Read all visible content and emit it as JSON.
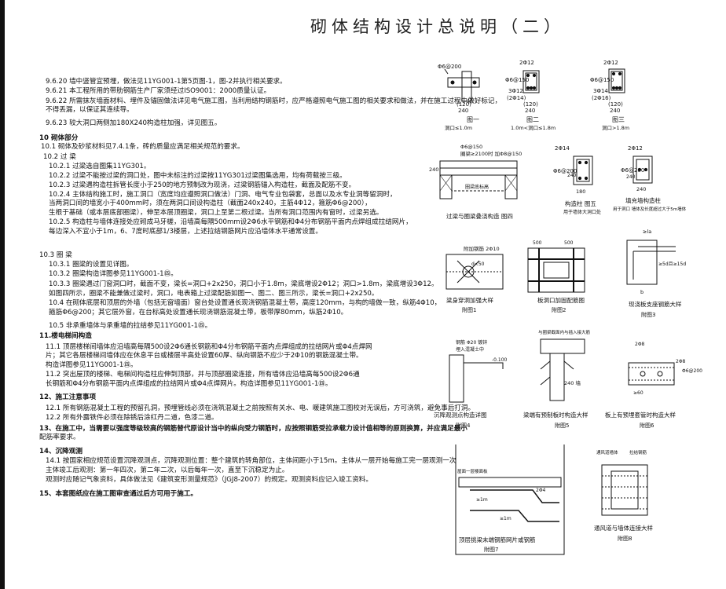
{
  "title": "砌体结构设计总说明（二）",
  "notes": [
    {
      "text": "9.6.20  墙中竖管宜预埋，做法见11YG001-1第5页图-1，图-2并执行相关要求。"
    },
    {
      "text": "9.6.21  本工程所用的带肋钢筋生产厂家须经过ISO9001：2000质量认证。"
    },
    {
      "text": "9.6.22  所需抹灰墙面材料、埋件及锚固做法详见电气施工图，当利用结构钢筋时，应严格遵照电气施工图的相关要求和做法，并在施工过程中做好标记，"
    },
    {
      "text": "           不得丢漏，以保证其连续导。"
    },
    {
      "text": "9.6.23  较大洞口两侧加180X240构造柱加强，详见图五。"
    },
    {
      "text": "10  砌体部分"
    },
    {
      "text": "10.1 砌体及砂浆材料见7.4.1条，砖的质量应满足相关规范的要求。"
    },
    {
      "text": "10.2 过  梁"
    },
    {
      "text": "10.2.1  过梁选自图集11YG301。"
    },
    {
      "text": "10.2.2  过梁不能按过梁的洞口处，图中未标注的过梁按11YG301过梁图集选用，均有荷载按三级。"
    },
    {
      "text": "10.2.3  过梁遇构造柱拆管长度小于250的地方预制改为现浇，过梁钢筋锚入构造柱，截面及配筋不变。"
    },
    {
      "text": "10.2.4  主体结构施工时，施工洞口（宽度均应遵照洞口做法）门洞、电气专业包袋套，总面以及水专业洞等留洞时，"
    },
    {
      "text": "           当两洞口间的墙宽小于400mm时，须在两洞口间设构造柱（截面240x240，主筋4Φ12，箍筋Φ6@200），"
    },
    {
      "text": "           生根于基础（或本层底部圈梁），伸至本层顶圈梁，洞口上至第二根过梁。当所有洞口范围内有窗时，过梁另选。"
    },
    {
      "text": "10.2.5  构造柱与墙体连接处应砌成马牙槎，沿墙高每隔500mm设2Φ6水平钢筋和Φ4分布钢筋平面内点焊组成拉结网片，"
    },
    {
      "text": "           每边深入不宜小于1m，6、7度时底部1/3楼层，上述拉结钢筋网片应沿墙体水平通常设置。"
    },
    {
      "text": "10.3 圈  梁"
    },
    {
      "text": "10.3.1  圈梁的设置见详图。"
    },
    {
      "text": "10.3.2  圈梁构造详图参见11YG001-1㊃。"
    },
    {
      "text": "10.3.3  圈梁遇过门窗洞口时，截面不变，梁长=洞口+2x250，洞口小于1.8m，梁底增设2Φ12；洞口>1.8m，梁底增设3Φ12。"
    },
    {
      "text": "           如图四所示，圈梁不能兼做过梁时，洞口，电表箱上过梁配筋如图一、图二、图三所示，梁长=洞口+2x250。"
    },
    {
      "text": "10.4  在砌体底层和顶层的外墙（包括无窗墙面）窗台处设置通长现浇钢筋混凝土带，高度120mm，与构的墙做一致，纵筋4Φ10，"
    },
    {
      "text": "           箍筋Φ6@200；其它层外窗，在台标高处设置通长现浇钢筋混凝土带，板带厚80mm，纵筋2Φ10。"
    },
    {
      "text": "10.5  非承重墙体与承重墙的拉结参见11YG001-1㊃。"
    },
    {
      "text": "11.楼电梯间构造"
    },
    {
      "text": "11.1  顶层楼梯间墙体应沿墙高每隔500设2Φ6通长钢筋和Φ4分布钢筋平面内点焊组成的拉结网片或Φ4点焊网"
    },
    {
      "text": "       片；其它各层楼梯间墙体应在休息平台或楼层半高处设置60厚、纵向钢筋不应少于2Φ10的钢筋混凝土带。"
    },
    {
      "text": "       构造详图参见11YG001-1㊃。"
    },
    {
      "text": "11.2  突出屋顶的楼梯、电梯间构造柱应伸到顶部，并与顶部圈梁连接，所有墙体应沿墙高每500设2Φ6通"
    },
    {
      "text": "       长钢筋和Φ4分布钢筋平面内点焊组成的拉结网片或Φ4点焊网片。构造详图参见11YG001-1㊃。"
    },
    {
      "text": "12、施工注意事项"
    },
    {
      "text": "12.1  所有钢筋混凝土工程的预留孔洞，预埋管线必须在浇筑混凝土之前按照有关水、电、暖建筑施工图校对无误后，方可浇筑，避免事后打洞。"
    },
    {
      "text": "12.2  所有外露铁件必须在除锈后涂红丹二道，色漆二道。"
    },
    {
      "text": "13、在施工中，当需要以强度等级较高的钢筋替代原设计当中的纵向受力钢筋时，应按照钢筋受拉承载力设计值相等的原则换算，并应满足最小"
    },
    {
      "text": "       配筋率要求。"
    },
    {
      "text": "14、沉降观测"
    },
    {
      "text": "14.1  按国家相应规范设置沉降观测点，沉降观测位置：整个建筑的转角部位，主体间距小于15m。主体从一层开始每施工完一层观测一次"
    },
    {
      "text": "       主体竣工后观测：第一年四次，第二年二次，以后每年一次，直至下沉稳定为止。"
    },
    {
      "text": "       观测时应随记气象资料，具体做法见《建筑变形测量规范》（JGJ8-2007）的规定。观测资料应记入竣工资料。"
    },
    {
      "text": "15、本套图纸应在施工图审查通过后方可用于施工。"
    }
  ],
  "figures": {
    "lintel_1": {
      "caption": "图一",
      "sub": "洞口≤1.0m",
      "top_bar": "Φ6@200",
      "labels": [
        "(120)",
        "240"
      ]
    },
    "lintel_2": {
      "caption": "图二",
      "sub": "1.0m<洞口≤1.8m",
      "top_bar": "2Φ12",
      "stirrup": "Φ6@150",
      "bottom_bar": "3Φ12",
      "bottom_bar2": "(2Φ14)",
      "labels": [
        "(120)",
        "240"
      ]
    },
    "lintel_3": {
      "caption": "图三",
      "sub": "洞口>1.8m",
      "top_bar": "2Φ12",
      "stirrup": "Φ6@150",
      "bottom_bar": "3Φ14",
      "bottom_bar2": "(2Φ16)",
      "labels": [
        "(120)",
        "240"
      ]
    },
    "fig4": {
      "caption": "过梁与圈梁叠浇构造 图四",
      "labels": [
        "Φ6@150",
        "圈梁≥2100时 加Φ8@150",
        "240",
        "圈梁底标高"
      ]
    },
    "fig5": {
      "caption": "构造柱  图五",
      "sub": "用于墙体大洞口处",
      "labels": [
        "2Φ14",
        "Φ6@200",
        "240",
        "180"
      ]
    },
    "fig_infill": {
      "caption": "填充墙构造柱",
      "sub": "用于洞口 墙体及长度超过大于5m墙体",
      "labels": [
        "2Φ12",
        "Φ6@200",
        "240",
        "240"
      ]
    },
    "d1": {
      "caption": "梁身穿洞加强大样",
      "sub": "附图1",
      "labels": [
        "附加钢筋 2Φ10",
        "d<50"
      ]
    },
    "d2": {
      "caption": "板洞口加固配筋图",
      "sub": "附图2",
      "labels": [
        "500",
        "500"
      ]
    },
    "d3": {
      "caption": "现浇板支座钢筋大样",
      "sub": "附图3",
      "labels": [
        "≥la",
        "≥5d且≥15d",
        "b"
      ]
    },
    "d4": {
      "caption": "沉降观测点构造详图",
      "sub": "附图4",
      "labels": [
        "钢筋 Φ20 镀锌",
        "埋入混凝土中",
        "-0.100"
      ]
    },
    "d5": {
      "caption": "梁端有预制板时构造大样",
      "sub": "附图5",
      "labels": [
        "与圈梁截面内与插入接大筋",
        "240 墙"
      ]
    },
    "d6": {
      "caption": "板上有预埋套管时构造大样",
      "sub": "附图6",
      "labels": [
        "2Φ8",
        "2Φ8",
        "Φ6@200",
        "≥60"
      ]
    },
    "d7": {
      "caption": "顶层挑梁末端钢筋网片或钢筋",
      "sub": "附图7",
      "labels": [
        "≥1m",
        "≥1m",
        "屋面一层楼面板",
        "2Φ4"
      ]
    },
    "d8": {
      "caption": "通风道与墙体连接大样",
      "sub": "附图8",
      "labels": [
        "通风道墙体",
        "拉结钢筋"
      ]
    }
  }
}
